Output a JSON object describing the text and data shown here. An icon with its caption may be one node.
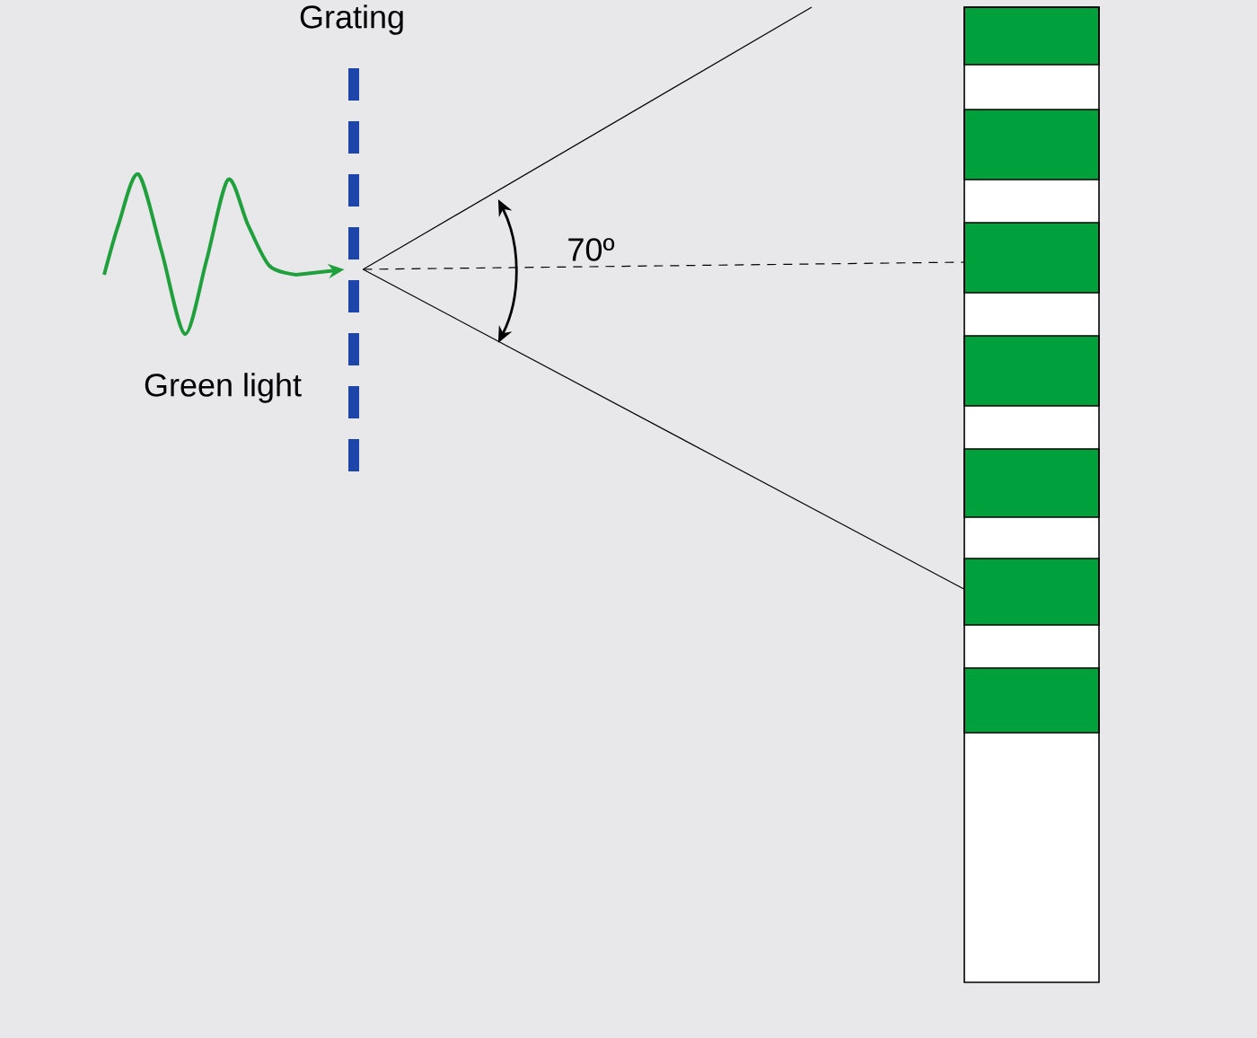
{
  "diagram": {
    "nodes": [
      {
        "text": [],
        "shape": "bar"
      },
      {
        "text": [],
        "shape": "bar"
      }
    ],
    "edges": [
      {
        "from": null,
        "to": 0,
        "arrow": "to",
        "color": "#1fa03c"
      },
      {
        "from": 0,
        "to": null,
        "arrow": "none"
      },
      {
        "from": 0,
        "to": 1,
        "arrow": "none",
        "style": "dashed"
      },
      {
        "from": 0,
        "to": 1,
        "arrow": "none"
      }
    ],
    "labels": [
      "Grating",
      "70º",
      "Green light"
    ]
  }
}
